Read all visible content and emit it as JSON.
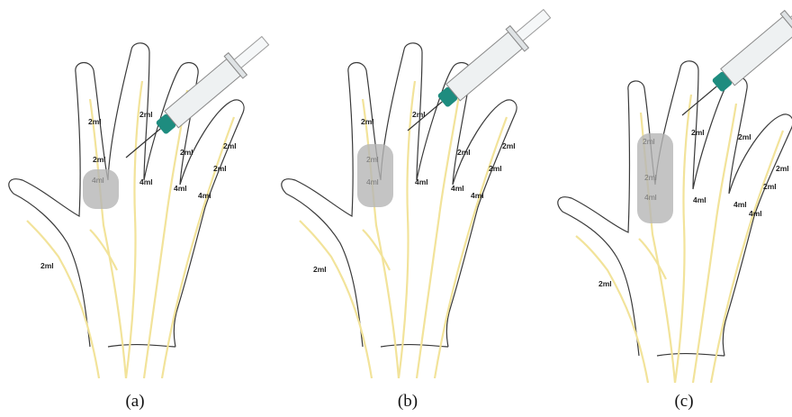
{
  "panels": [
    {
      "caption": "(a)",
      "doses": {
        "index_prox": "2ml",
        "index_mid": "2ml",
        "index_zone": "4ml",
        "middle_prox": "2ml",
        "middle_base": "4ml",
        "ring_prox": "2ml",
        "ring_base": "4ml",
        "little_a": "2ml",
        "little_b": "2ml",
        "little_base": "4ml",
        "thumb": "2ml"
      }
    },
    {
      "caption": "(b)",
      "doses": {
        "index_prox": "2ml",
        "index_mid": "2ml",
        "index_zone": "4ml",
        "middle_prox": "2ml",
        "middle_base": "4ml",
        "ring_prox": "2ml",
        "ring_base": "4ml",
        "little_a": "2ml",
        "little_b": "2ml",
        "little_base": "4ml",
        "thumb": "2ml"
      }
    },
    {
      "caption": "(c)",
      "doses": {
        "index_prox": "2ml",
        "index_mid": "2ml",
        "index_zone": "4ml",
        "middle_prox": "2ml",
        "middle_base": "4ml",
        "ring_prox": "2ml",
        "ring_base": "4ml",
        "little_a": "2ml",
        "little_b": "2ml",
        "little_base": "4ml",
        "thumb": "2ml"
      }
    }
  ],
  "colors": {
    "nerve": "#f2e39a",
    "outline": "#3a3a3a",
    "injection_zone": "#b5b5b5",
    "syringe_hub": "#1e8c7f",
    "syringe_body": "#eef1f2"
  }
}
